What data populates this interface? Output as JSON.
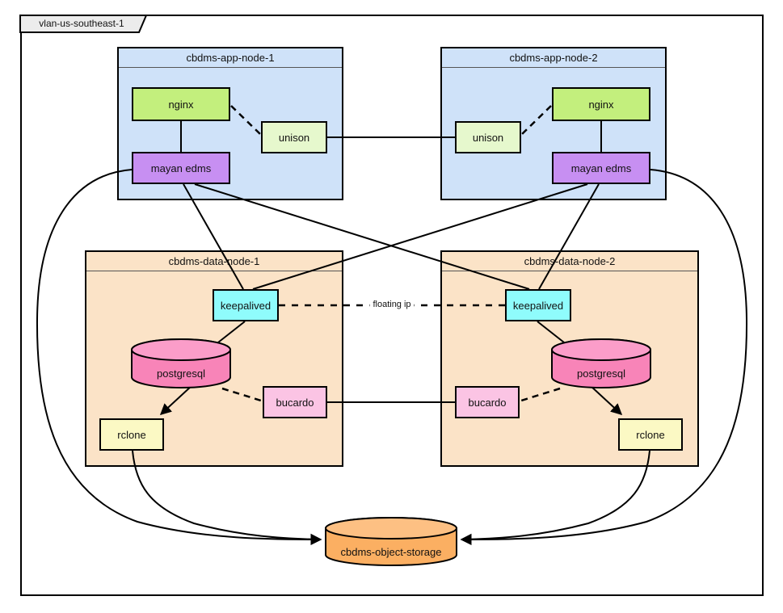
{
  "vlan": {
    "label": "vlan-us-southeast-1"
  },
  "app_node_1": {
    "title": "cbdms-app-node-1",
    "nginx_label": "nginx",
    "unison_label": "unison",
    "mayan_label": "mayan edms"
  },
  "app_node_2": {
    "title": "cbdms-app-node-2",
    "nginx_label": "nginx",
    "unison_label": "unison",
    "mayan_label": "mayan edms"
  },
  "data_node_1": {
    "title": "cbdms-data-node-1",
    "keepalived_label": "keepalived",
    "postgresql_label": "postgresql",
    "bucardo_label": "bucardo",
    "rclone_label": "rclone"
  },
  "data_node_2": {
    "title": "cbdms-data-node-2",
    "keepalived_label": "keepalived",
    "postgresql_label": "postgresql",
    "bucardo_label": "bucardo",
    "rclone_label": "rclone"
  },
  "object_storage": {
    "label": "cbdms-object-storage"
  },
  "edge_labels": {
    "floating_ip": "floating ip"
  },
  "colors": {
    "app_node_fill": "#cfe2f9",
    "data_node_fill": "#fbe3c7",
    "nginx_fill": "#c3ef7d",
    "unison_fill": "#e6f8cd",
    "mayan_fill": "#c78ff2",
    "keepalived_fill": "#8ffcfc",
    "postgresql_body_fill": "#f884b8",
    "postgresql_top_fill": "#fb9dc9",
    "bucardo_fill": "#fbc4e4",
    "rclone_fill": "#fbf9c4",
    "storage_body_fill": "#fbaf62",
    "storage_top_fill": "#fdc083",
    "vlan_tab_fill": "#ececec",
    "edge_stroke": "#000000"
  }
}
